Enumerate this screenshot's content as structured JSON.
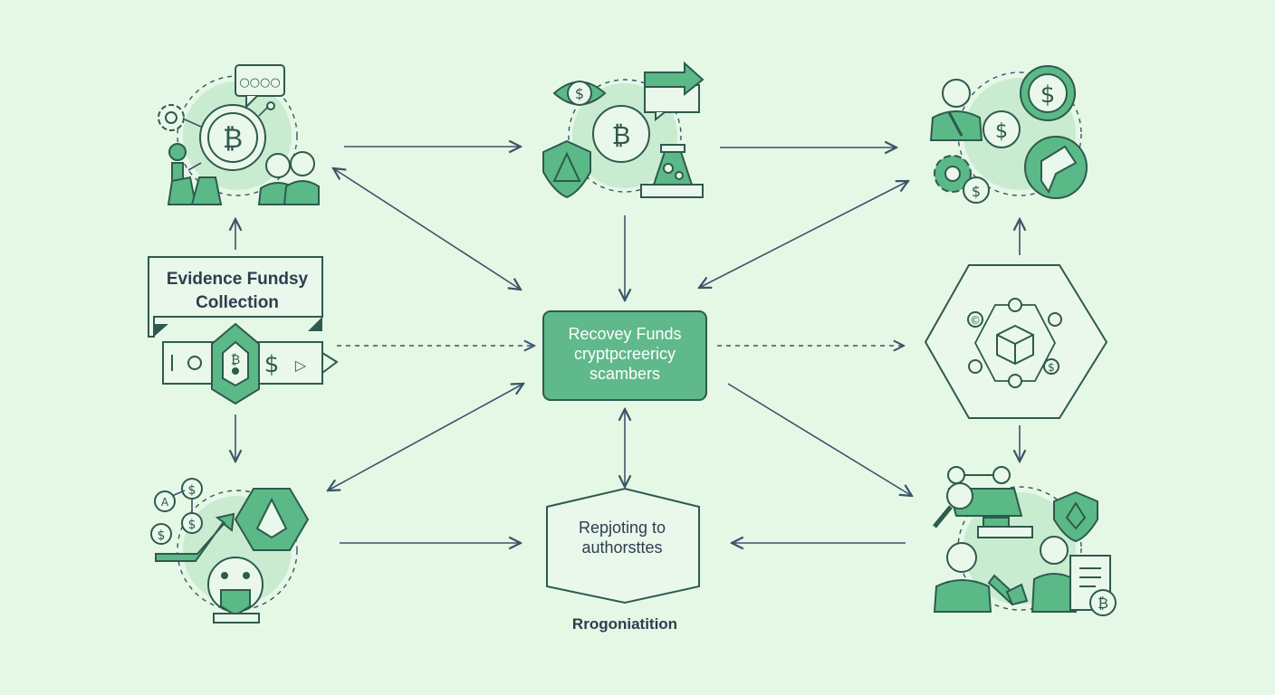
{
  "nodes": {
    "evidence": {
      "line1": "Evidence Fundsy",
      "line2": "Collection"
    },
    "center": {
      "line1": "Recovey Funds",
      "line2": "cryptpcreericy",
      "line3": "scambers"
    },
    "reporting": {
      "line1": "Repjoting to",
      "line2": "authorsttes"
    },
    "recognition": "Rrogoniatition"
  },
  "icon_glyphs": {
    "bitcoin": "₿",
    "dollar": "$",
    "copyright": "©",
    "ellipsis": "○○○○",
    "play": "▷",
    "letter_a": "A"
  },
  "colors": {
    "background": "#e5f8e6",
    "accent_green": "#5bb987",
    "center_fill": "#5fb98a",
    "line_dark": "#3c5469",
    "outline_green": "#2f5a4e",
    "blob": "#c9ecd1"
  }
}
